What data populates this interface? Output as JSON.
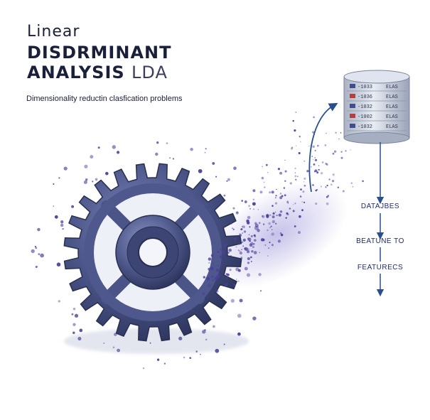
{
  "title": {
    "line1": "Linear",
    "line2": "DISDRMINANT",
    "line3": "ANALYSIS",
    "line3_suffix": "LDA"
  },
  "subtitle": "Dimensionality reductin clasfication problems",
  "database": {
    "rows": [
      {
        "id": "1033",
        "tag": "ELAS"
      },
      {
        "id": "1036",
        "tag": "ELAS"
      },
      {
        "id": "1032",
        "tag": "ELAS"
      },
      {
        "id": "1002",
        "tag": "ELAS"
      },
      {
        "id": "1032",
        "tag": "ELAS"
      }
    ]
  },
  "flow": {
    "labels": [
      "DATAJBES",
      "BEATUNE TO",
      "FEATURECS"
    ]
  },
  "colors": {
    "gear": "#4a5487",
    "gear_dark": "#2c335c",
    "particles": "#4a3fa0",
    "arrow": "#2a4f8f",
    "title": "#1a1f3a"
  },
  "icons": {
    "gear": "gear-icon",
    "database": "database-icon",
    "arrow": "arrow-down-icon"
  }
}
